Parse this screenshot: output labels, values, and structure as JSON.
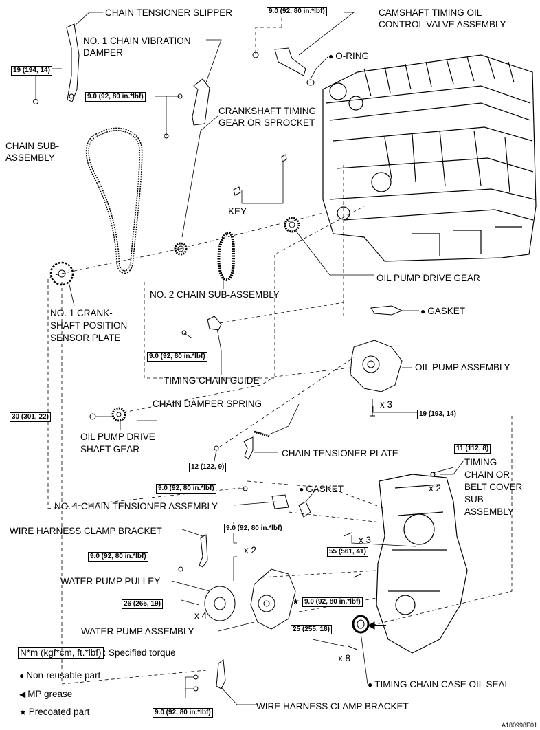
{
  "diagram": {
    "labels": {
      "chain_tensioner_slipper": "CHAIN TENSIONER SLIPPER",
      "camshaft_valve_1": "CAMSHAFT TIMING OIL",
      "camshaft_valve_2": "CONTROL VALVE ASSEMBLY",
      "oring": "O-RING",
      "vibration_damper_1": "NO. 1 CHAIN VIBRATION",
      "vibration_damper_2": "DAMPER",
      "crank_gear_1": "CRANKSHAFT TIMING",
      "crank_gear_2": "GEAR OR SPROCKET",
      "chain_sub_1": "CHAIN SUB-",
      "chain_sub_2": "ASSEMBLY",
      "key": "KEY",
      "oil_pump_drive_gear": "OIL PUMP DRIVE GEAR",
      "no2_chain": "NO. 2 CHAIN SUB-ASSEMBLY",
      "sensor_plate_1": "NO. 1 CRANK-",
      "sensor_plate_2": "SHAFT POSITION",
      "sensor_plate_3": "SENSOR PLATE",
      "gasket_1": "GASKET",
      "timing_chain_guide": "TIMING CHAIN GUIDE",
      "oil_pump_assembly": "OIL PUMP ASSEMBLY",
      "x3_a": "x 3",
      "chain_damper_spring": "CHAIN DAMPER SPRING",
      "pump_shaft_gear_1": "OIL PUMP DRIVE",
      "pump_shaft_gear_2": "SHAFT GEAR",
      "chain_tensioner_plate": "CHAIN TENSIONER PLATE",
      "timing_cover_1": "TIMING",
      "timing_cover_2": "CHAIN OR",
      "timing_cover_3": "BELT COVER",
      "timing_cover_4": "SUB-",
      "timing_cover_5": "ASSEMBLY",
      "x2_a": "x 2",
      "gasket_2": "GASKET",
      "no1_tensioner": "NO. 1 CHAIN TENSIONER ASSEMBLY",
      "wire_bracket_top": "WIRE HARNESS CLAMP BRACKET",
      "x2_b": "x 2",
      "x3_b": "x 3",
      "water_pump_pulley": "WATER PUMP PULLEY",
      "x4": "x 4",
      "water_pump_assembly": "WATER PUMP ASSEMBLY",
      "x8": "x 8",
      "oil_seal": "TIMING CHAIN CASE OIL SEAL",
      "wire_bracket_bottom": "WIRE HARNESS CLAMP BRACKET"
    },
    "torques": {
      "t1": "19 (194, 14)",
      "t2": "9.0 (92, 80 in.*lbf)",
      "t3": "9.0 (92, 80 in.*lbf)",
      "t4": "9.0 (92, 80 in.*lbf)",
      "t5": "19 (193, 14)",
      "t6": "30 (301, 22)",
      "t7": "12 (122, 9)",
      "t8": "11 (112, 8)",
      "t9": "9.0 (92, 80 in.*lbf)",
      "t10": "9.0 (92, 80 in.*lbf)",
      "t11": "9.0 (92, 80 in.*lbf)",
      "t12": "55 (561, 41)",
      "t13": "26 (265, 19)",
      "t14": "9.0 (92, 80 in.*lbf)",
      "t15": "25 (255, 18)",
      "t16": "9.0 (92, 80 in.*lbf)"
    },
    "symbols": {
      "dot": "●",
      "star": "★",
      "arrow": "◀"
    },
    "legend": {
      "torque_box": "N*m (kgf*cm, ft.*lbf)",
      "torque_text": ": Specified torque",
      "non_reusable": "Non-reusable part",
      "mp_grease": "MP grease",
      "precoated": "Precoated part"
    },
    "code": "A180998E01"
  }
}
